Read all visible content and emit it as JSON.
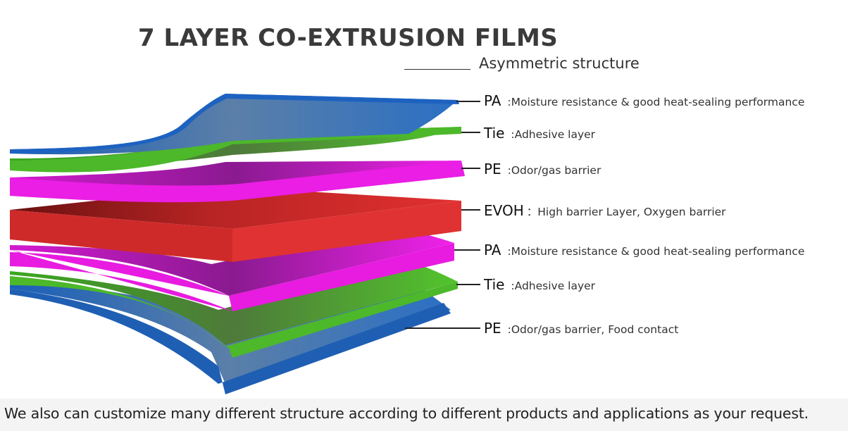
{
  "title": "7 LAYER CO-EXTRUSION FILMS",
  "subtitle": "Asymmetric structure",
  "colors": {
    "blue": "#2a6fc4",
    "green": "#4cb82a",
    "magenta": "#e81be0",
    "red": "#d42a2a"
  },
  "layers": [
    {
      "name": "PA",
      "sep": " :",
      "description": "Moisture resistance & good heat-sealing performance",
      "color": "blue"
    },
    {
      "name": "Tie",
      "sep": " :",
      "description": "Adhesive layer",
      "color": "green"
    },
    {
      "name": "PE",
      "sep": " :",
      "description": "Odor/gas barrier",
      "color": "magenta"
    },
    {
      "name": "EVOH",
      "sep": "：",
      "description": "High barrier Layer, Oxygen barrier",
      "color": "red"
    },
    {
      "name": "PA",
      "sep": " :",
      "description": "Moisture resistance & good heat-sealing performance",
      "color": "magenta"
    },
    {
      "name": "Tie",
      "sep": " :",
      "description": "Adhesive layer",
      "color": "green"
    },
    {
      "name": "PE",
      "sep": " :",
      "description": "Odor/gas barrier, Food contact",
      "color": "blue"
    }
  ],
  "footer": "We also can customize many different structure according to different products and applications as your request."
}
